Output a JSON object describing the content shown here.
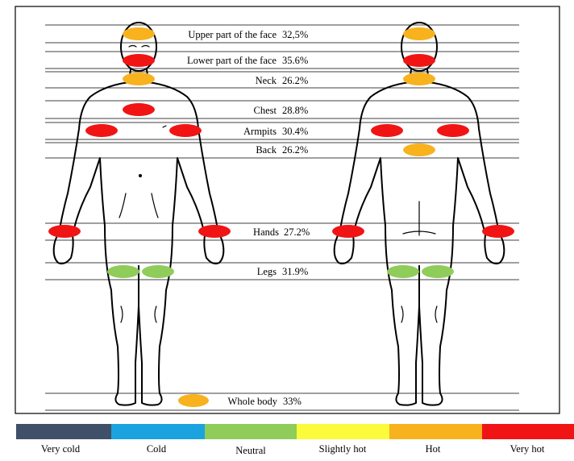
{
  "regions": [
    {
      "label": "Upper part of the face",
      "value": "32,5%"
    },
    {
      "label": "Lower part of the face",
      "value": "35.6%"
    },
    {
      "label": "Neck",
      "value": "26.2%"
    },
    {
      "label": "Chest",
      "value": "28.8%"
    },
    {
      "label": "Armpits",
      "value": "30.4%"
    },
    {
      "label": "Back",
      "value": "26.2%"
    },
    {
      "label": "Hands",
      "value": "27.2%"
    },
    {
      "label": "Legs",
      "value": "31.9%"
    },
    {
      "label": "Whole body",
      "value": "33%"
    }
  ],
  "scale": [
    {
      "label": "Very cold",
      "color": "#3f5068"
    },
    {
      "label": "Cold",
      "color": "#1aa3df"
    },
    {
      "label": "Neutral",
      "color": "#8fcc5a"
    },
    {
      "label": "Slightly hot",
      "color": "#fbfb3c"
    },
    {
      "label": "Hot",
      "color": "#f7b21e"
    },
    {
      "label": "Very hot",
      "color": "#f01414"
    }
  ]
}
